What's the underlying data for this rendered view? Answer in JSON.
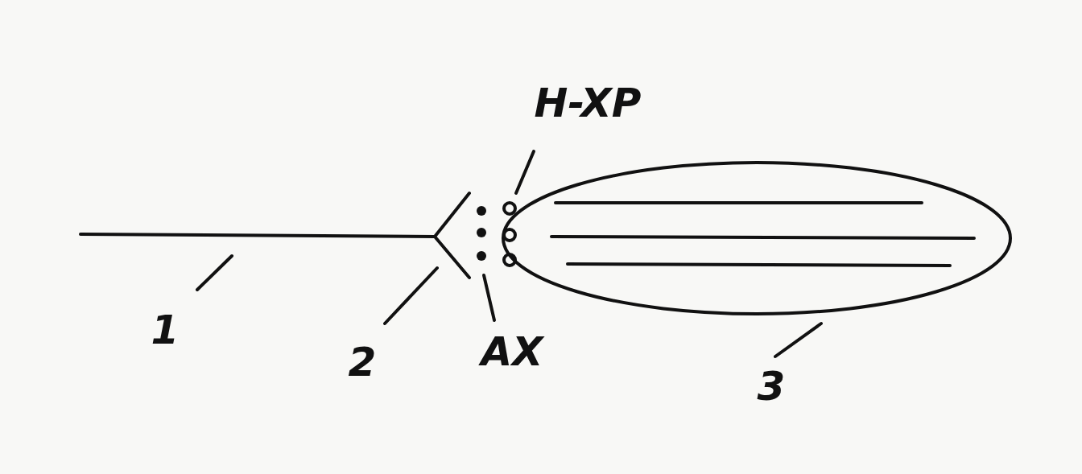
{
  "diagram": {
    "labels": [
      "H-XP",
      "1",
      "2",
      "AX",
      "3"
    ]
  }
}
